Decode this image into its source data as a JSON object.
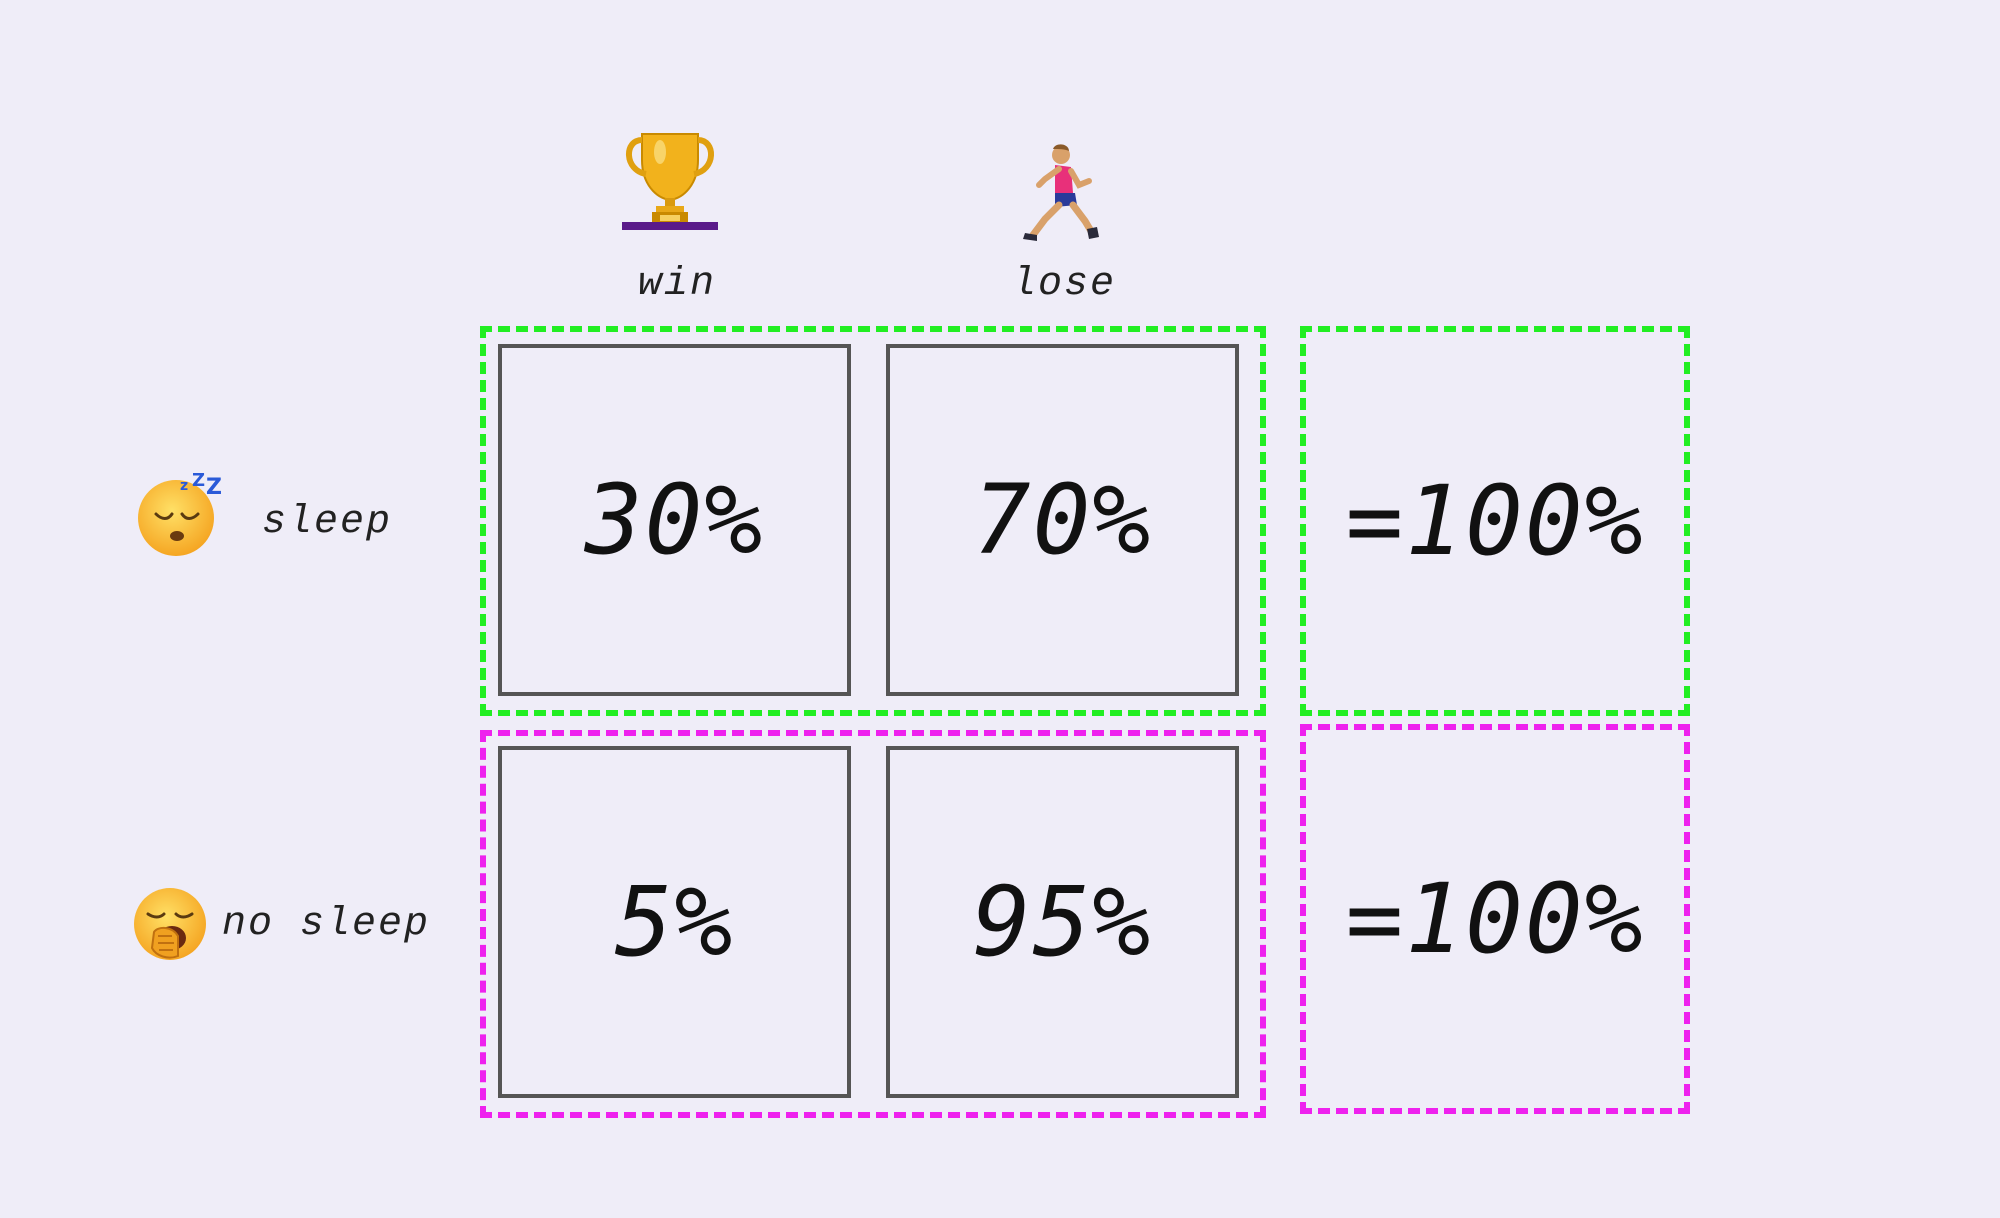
{
  "columns": {
    "win": {
      "label": "win",
      "icon": "trophy-icon"
    },
    "lose": {
      "label": "lose",
      "icon": "running-person-icon"
    }
  },
  "rows": {
    "sleep": {
      "label": "sleep",
      "icon": "sleeping-face-icon"
    },
    "no_sleep": {
      "label": "no sleep",
      "icon": "yawning-face-icon"
    }
  },
  "cells": {
    "sleep_win": "30%",
    "sleep_lose": "70%",
    "nosleep_win": "5%",
    "nosleep_lose": "95%"
  },
  "totals": {
    "sleep": "=100%",
    "no_sleep": "=100%"
  },
  "colors": {
    "background": "#efedf8",
    "sleep_group": "#22ee22",
    "no_sleep_group": "#ee22ee",
    "cell_border": "#555555"
  }
}
